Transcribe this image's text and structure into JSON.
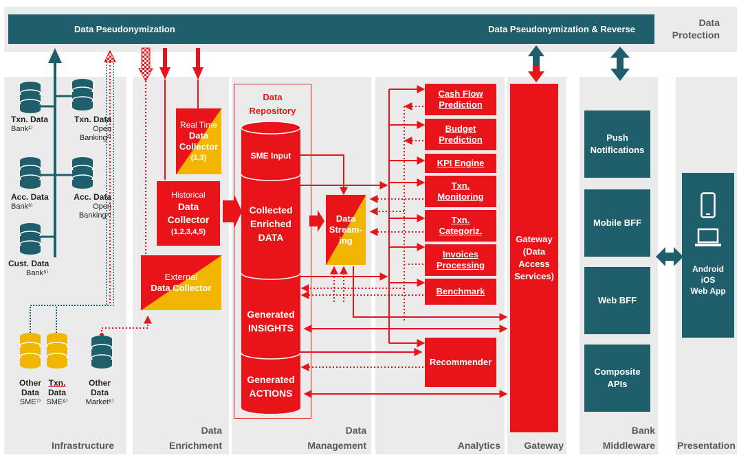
{
  "protection": {
    "left_label": "Data Pseudonymization",
    "right_label": "Data Pseudonymization & Reverse",
    "side_label_1": "Data",
    "side_label_2": "Protection"
  },
  "columns": {
    "infrastructure": "Infrastructure",
    "enrichment_1": "Data",
    "enrichment_2": "Enrichment",
    "management_1": "Data",
    "management_2": "Management",
    "analytics": "Analytics",
    "gateway": "Gateway",
    "middleware_1": "Bank",
    "middleware_2": "Middleware",
    "presentation": "Presentation"
  },
  "infrastructure": {
    "txn_bank": {
      "title": "Txn. Data",
      "sub": "Bank¹⁾"
    },
    "txn_open": {
      "title": "Txn. Data",
      "sub1": "Open",
      "sub2": "Banking²⁾"
    },
    "acc_bank": {
      "title": "Acc. Data",
      "sub": "Bank³⁾"
    },
    "acc_open": {
      "title": "Acc. Data",
      "sub1": "Open",
      "sub2": "Banking⁴⁾"
    },
    "cust_bank": {
      "title": "Cust. Data",
      "sub": "Bank⁵⁾"
    },
    "other_sme": {
      "title1": "Other",
      "title2": "Data",
      "sub": "SME⁷⁾"
    },
    "txn_sme": {
      "title1": "Txn.",
      "title2": "Data",
      "sub": "SME⁸⁾"
    },
    "other_market": {
      "title1": "Other",
      "title2": "Data",
      "sub": "Market⁶⁾"
    }
  },
  "enrichment": {
    "realtime": {
      "line1": "Real Time",
      "line2": "Data",
      "line3": "Collector",
      "line4": "(1,3)"
    },
    "historical": {
      "line1": "Historical",
      "line2": "Data",
      "line3": "Collector",
      "line4": "(1,2,3,4,5)"
    },
    "external": {
      "line1": "External",
      "line2": "Data Collector"
    }
  },
  "repository": {
    "title1": "Data",
    "title2": "Repository",
    "sme_input": "SME Input",
    "collected_1": "Collected",
    "collected_2": "Enriched",
    "collected_3": "DATA",
    "insights_1": "Generated",
    "insights_2": "INSIGHTS",
    "actions_1": "Generated",
    "actions_2": "ACTIONS",
    "streaming_1": "Data",
    "streaming_2": "Stream-",
    "streaming_3": "ing"
  },
  "analytics": {
    "items": [
      {
        "line1": "Cash Flow",
        "line2": "Prediction"
      },
      {
        "line1": "Budget",
        "line2": "Prediction"
      },
      {
        "line1": "KPI Engine",
        "line2": ""
      },
      {
        "line1": "Txn.",
        "line2": "Monitoring"
      },
      {
        "line1": "Txn.",
        "line2": "Categoriz."
      },
      {
        "line1": "Invoices",
        "line2": "Processing"
      },
      {
        "line1": "Benchmark",
        "line2": ""
      }
    ],
    "recommender": "Recommender"
  },
  "gateway": {
    "line1": "Gateway",
    "line2": "(Data",
    "line3": "Access",
    "line4": "Services)"
  },
  "middleware": {
    "push_1": "Push",
    "push_2": "Notifications",
    "mobile": "Mobile BFF",
    "web": "Web BFF",
    "composite_1": "Composite",
    "composite_2": "APIs"
  },
  "presentation": {
    "line1": "Android",
    "line2": "iOS",
    "line3": "Web App"
  },
  "colors": {
    "red": "#e8141a",
    "teal": "#1f5f6b",
    "yellow": "#f2b600",
    "column_bg": "#ebebeb"
  }
}
